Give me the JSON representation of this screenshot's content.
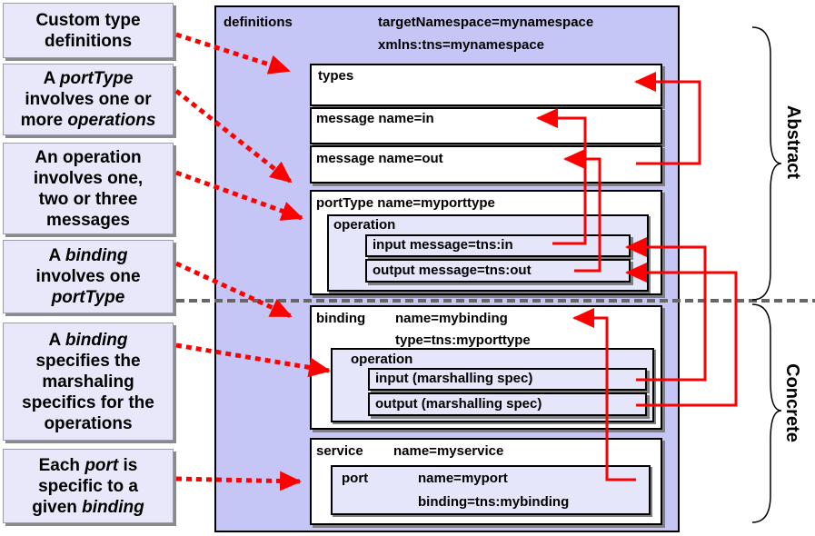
{
  "notes": {
    "n1": {
      "l1": "Custom type",
      "l2": "definitions"
    },
    "n2": {
      "l1a": "A ",
      "l1b": "portType",
      "l2": "involves one or",
      "l3a": "more ",
      "l3b": "operations"
    },
    "n3": {
      "l1": "An operation",
      "l2": "involves one,",
      "l3": "two or three",
      "l4": "messages"
    },
    "n4": {
      "l1a": "A ",
      "l1b": "binding",
      "l2": "involves one",
      "l3": "portType"
    },
    "n5": {
      "l1a": "A ",
      "l1b": "binding",
      "l2": "specifies the",
      "l3": "marshaling",
      "l4": "specifics for the",
      "l5": "operations"
    },
    "n6": {
      "l1a": "Each ",
      "l1b": "port",
      "l1c": " is",
      "l2": "specific to a",
      "l3a": "given ",
      "l3b": "binding"
    }
  },
  "defs": {
    "title": "definitions",
    "ns1": "targetNamespace=mynamespace",
    "ns2": "xmlns:tns=mynamespace"
  },
  "types": "types",
  "message_in": "message  name=in",
  "message_out": "message  name=out",
  "porttype": {
    "title": "portType  name=myporttype",
    "operation": "operation",
    "input": "input message=tns:in",
    "output": "output message=tns:out"
  },
  "binding": {
    "title": "binding",
    "name": "name=mybinding",
    "type": "type=tns:myporttype",
    "operation": "operation",
    "input": "input (marshalling spec)",
    "output": "output (marshalling spec)"
  },
  "service": {
    "title": "service",
    "name": "name=myservice",
    "port": "port",
    "port_name": "name=myport",
    "port_binding": "binding=tns:mybinding"
  },
  "sides": {
    "abstract": "Abstract",
    "concrete": "Concrete"
  },
  "colors": {
    "arrow": "#ff0000",
    "outer_bg": "#c6c6f6",
    "inner_bg": "#e6e6fa",
    "white": "#ffffff"
  }
}
